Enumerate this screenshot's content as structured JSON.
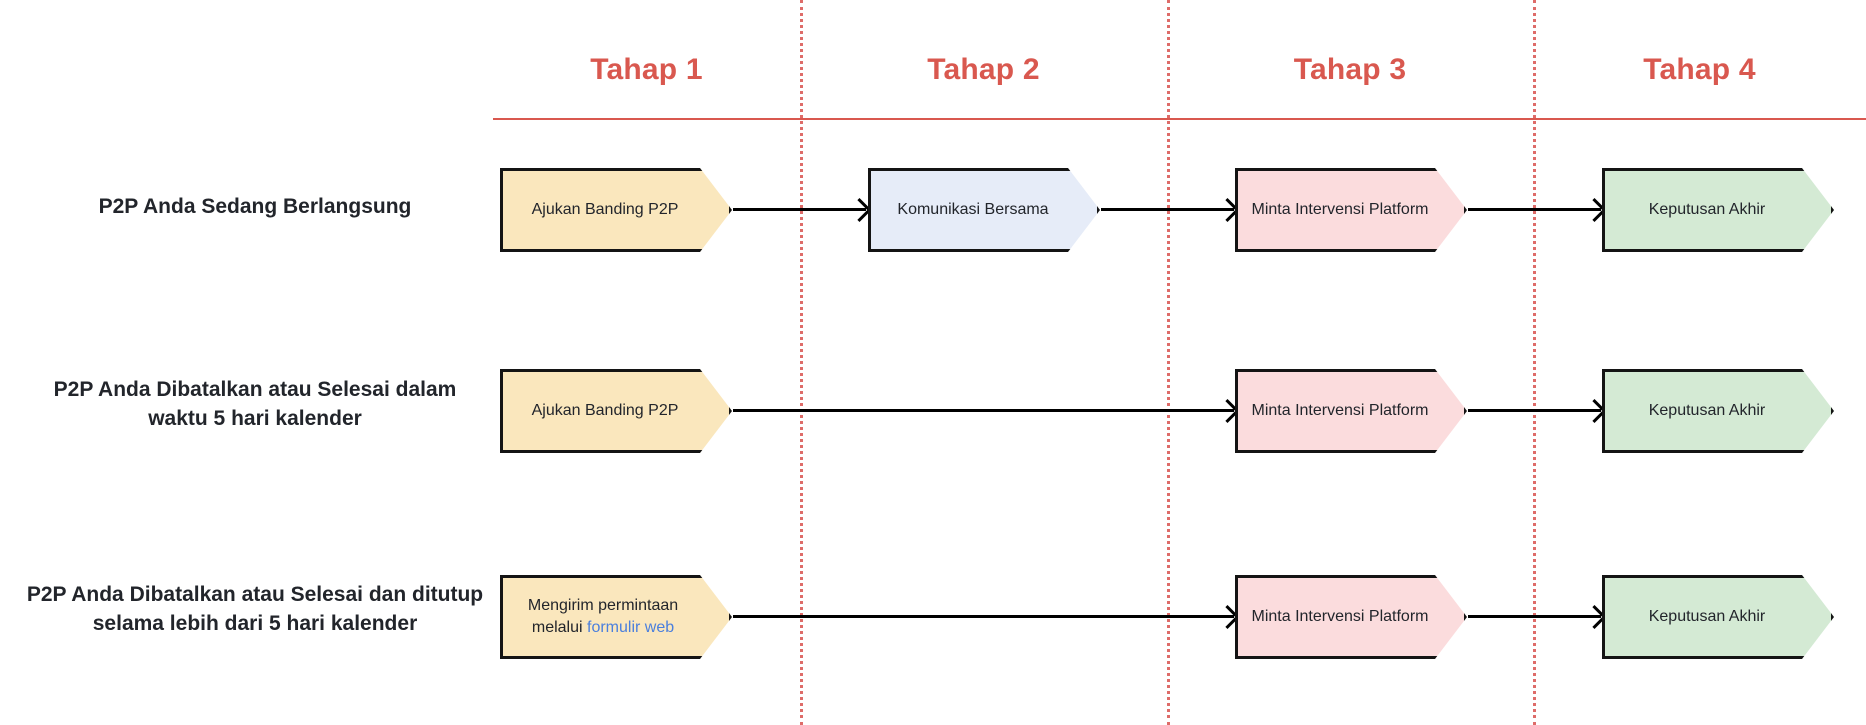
{
  "diagram": {
    "title_color": "#d9584f",
    "link_color": "#4a7fdd",
    "columns": [
      {
        "label": "Tahap 1"
      },
      {
        "label": "Tahap 2"
      },
      {
        "label": "Tahap 3"
      },
      {
        "label": "Tahap 4"
      }
    ],
    "rows": [
      {
        "label": "P2P Anda Sedang Berlangsung",
        "steps": [
          {
            "text": "Ajukan Banding P2P",
            "color": "yellow"
          },
          {
            "text": "Komunikasi Bersama",
            "color": "blue"
          },
          {
            "text": "Minta Intervensi Platform",
            "color": "pink"
          },
          {
            "text": "Keputusan Akhir",
            "color": "green"
          }
        ]
      },
      {
        "label": "P2P Anda Dibatalkan atau Selesai dalam waktu 5 hari kalender",
        "label_line_1": "P2P Anda Dibatalkan atau Selesai dalam",
        "label_line_2": "waktu 5 hari kalender",
        "steps": [
          {
            "text": "Ajukan Banding P2P",
            "color": "yellow"
          },
          {
            "text": "Minta Intervensi Platform",
            "color": "pink"
          },
          {
            "text": "Keputusan Akhir",
            "color": "green"
          }
        ]
      },
      {
        "label": "P2P Anda Dibatalkan atau Selesai dan ditutup selama lebih dari 5 hari kalender",
        "label_line_1": "P2P Anda Dibatalkan atau Selesai dan ditutup",
        "label_line_2": "selama lebih dari 5 hari kalender",
        "steps": [
          {
            "text_prefix": "Mengirim permintaan melalui ",
            "link_text": "formulir web",
            "color": "yellow"
          },
          {
            "text": "Minta Intervensi Platform",
            "color": "pink"
          },
          {
            "text": "Keputusan Akhir",
            "color": "green"
          }
        ]
      }
    ]
  }
}
